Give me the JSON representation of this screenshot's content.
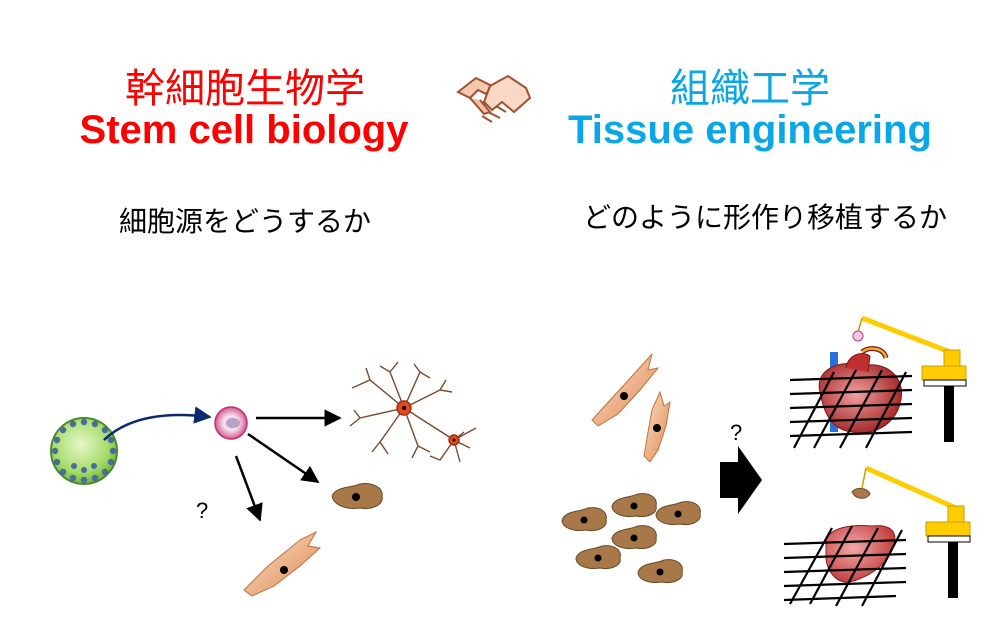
{
  "left": {
    "title_jp": "幹細胞生物学",
    "title_en": "Stem cell biology",
    "subtitle": "細胞源をどうするか",
    "color": "#ff0000",
    "question_mark": "?"
  },
  "right": {
    "title_jp": "組織工学",
    "title_en": "Tissue engineering",
    "subtitle": "どのように形作り移植するか",
    "color": "#0aa6e6",
    "question_mark": "?"
  },
  "icons": {
    "center": "handshake-icon"
  },
  "colors": {
    "stem_cell_fill": "#8fd45a",
    "cell_tan": "#e0a070",
    "cell_brown": "#a07040",
    "crane_yellow": "#ffcc00",
    "organ_red": "#d94040",
    "arrow_navy": "#0b2a6b"
  }
}
